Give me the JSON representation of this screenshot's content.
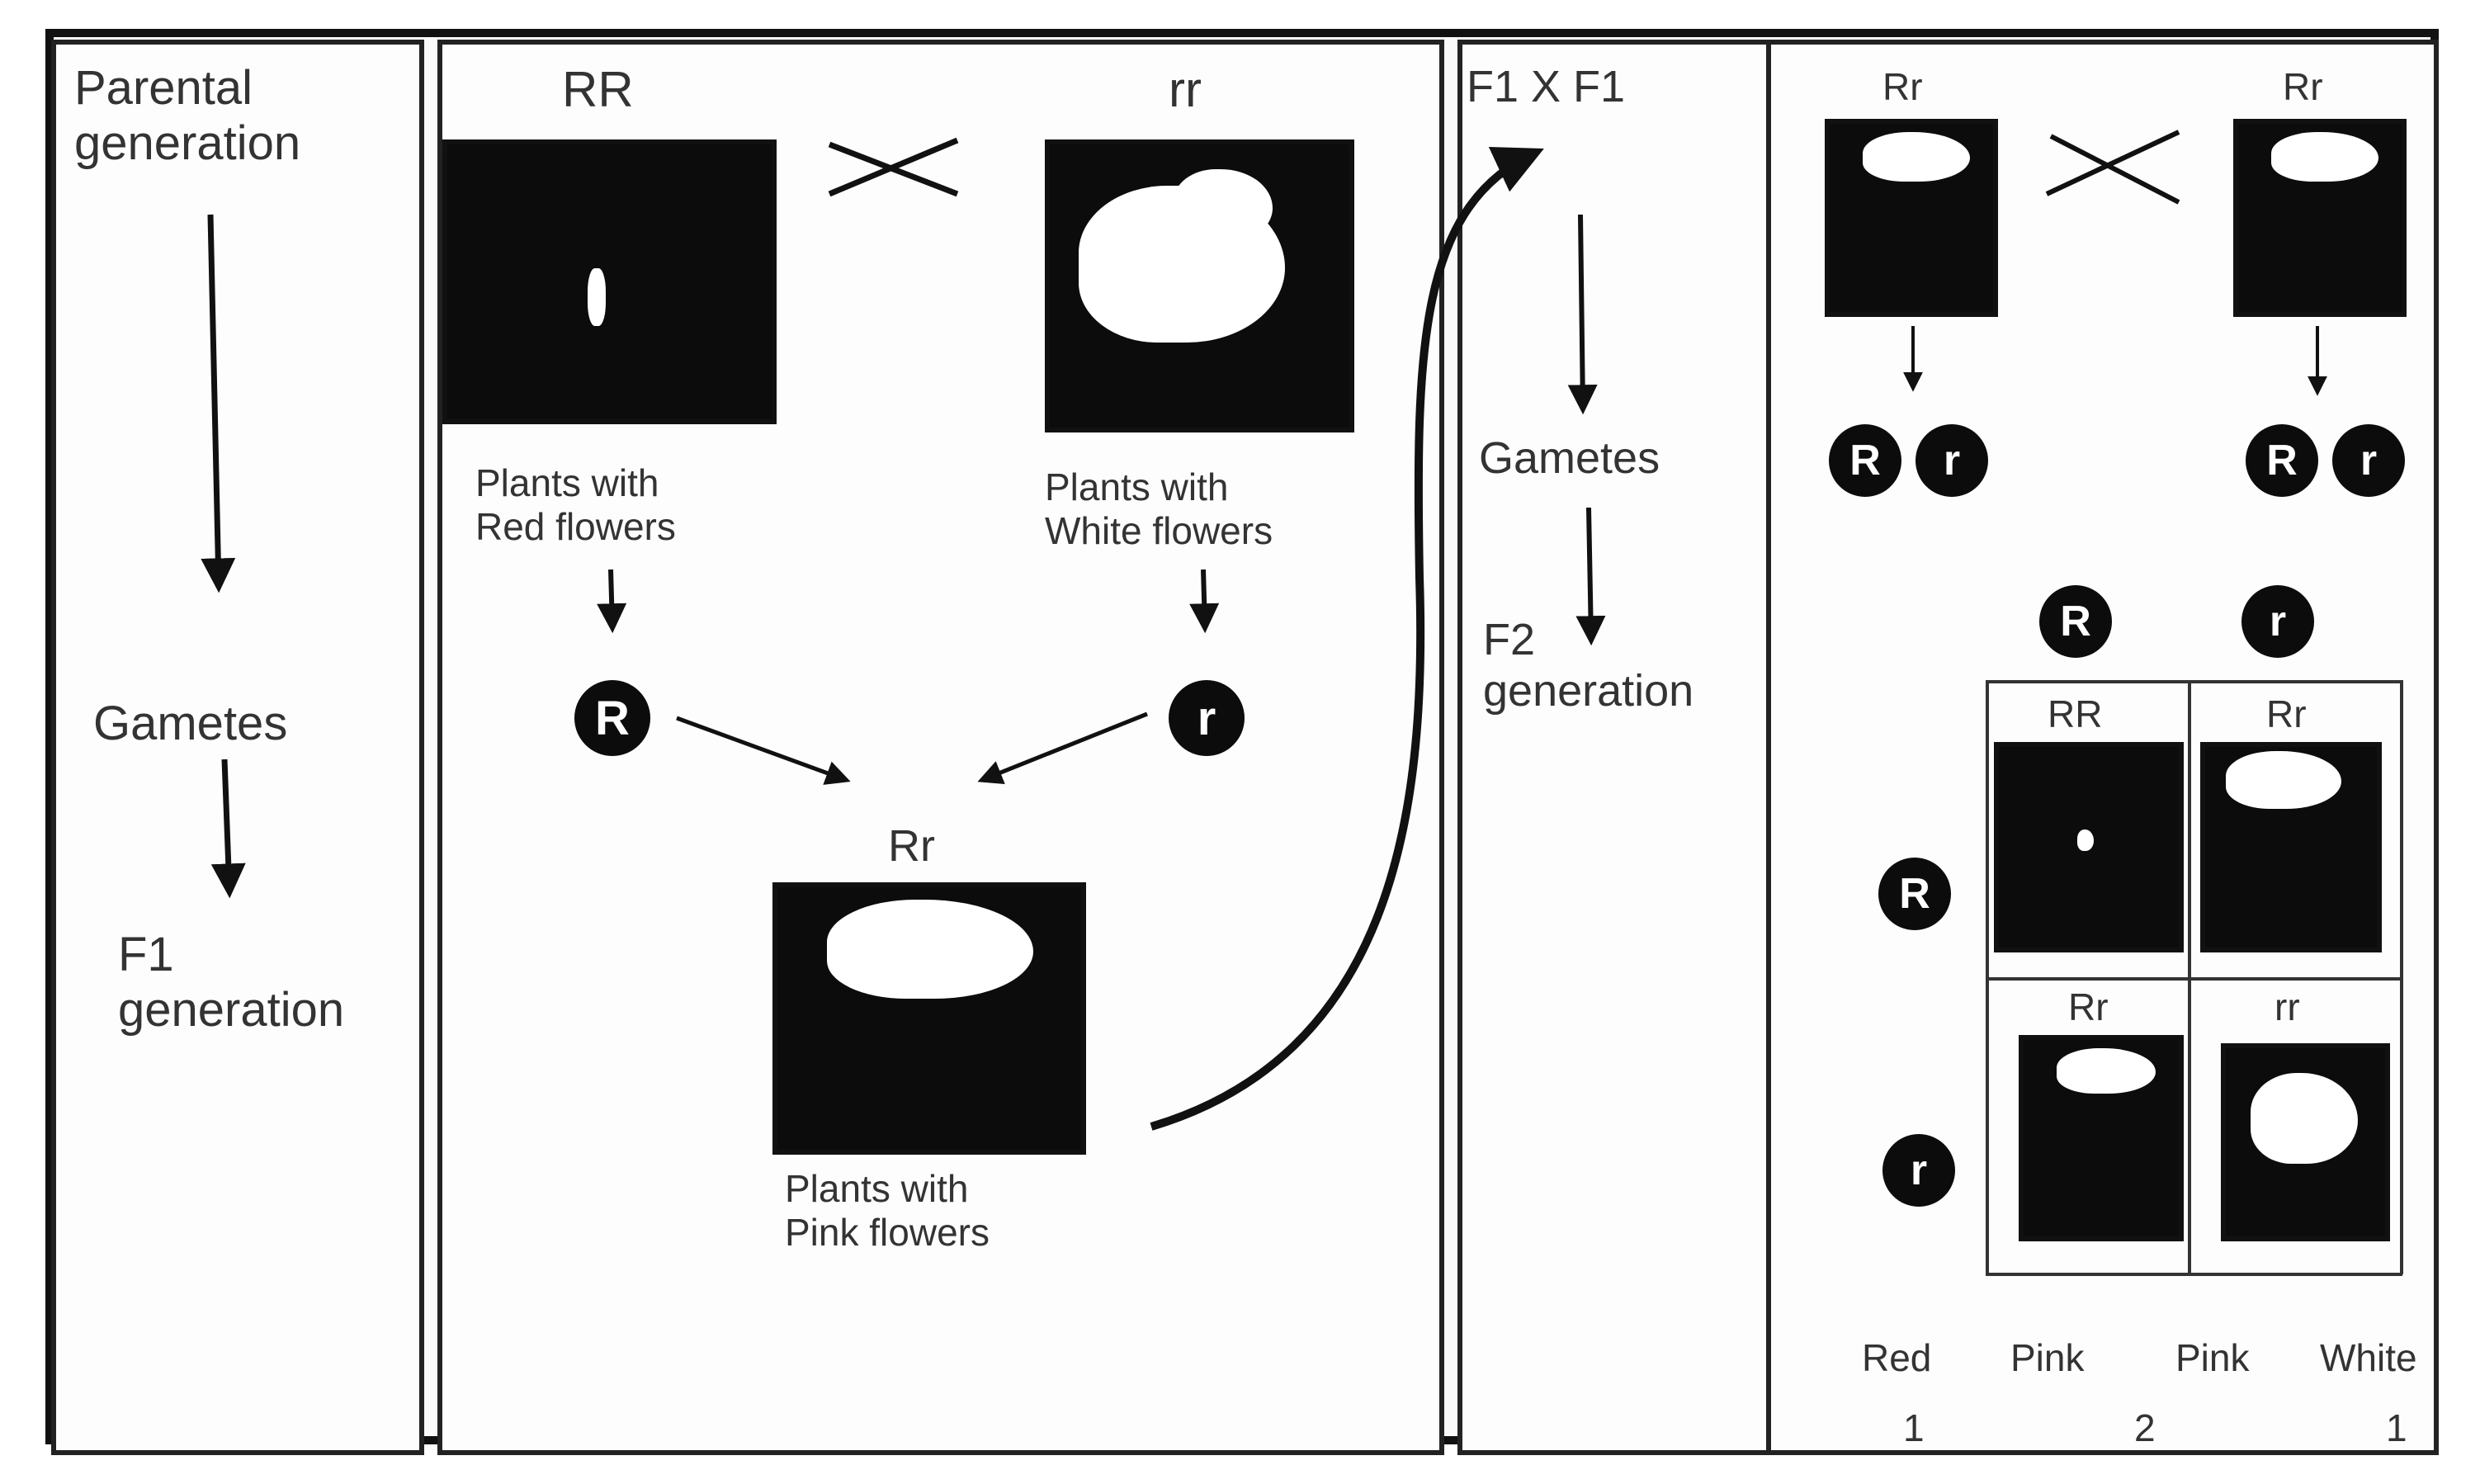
{
  "left_column": {
    "parental": "Parental\ngeneration",
    "gametes": "Gametes",
    "f1": "F1\ngeneration"
  },
  "cross1": {
    "red_genotype": "RR",
    "white_genotype": "rr",
    "red_caption": "Plants with\nRed flowers",
    "white_caption": "Plants with\nWhite flowers",
    "gamete_red": "R",
    "gamete_white": "r",
    "f1_genotype": "Rr",
    "f1_caption": "Plants with\nPink flowers"
  },
  "middle_column": {
    "cross": "F1 X F1",
    "gametes": "Gametes",
    "f2": "F2\ngeneration"
  },
  "cross2": {
    "left_genotype": "Rr",
    "right_genotype": "Rr",
    "left_gametes": [
      "R",
      "r"
    ],
    "right_gametes": [
      "R",
      "r"
    ],
    "col_headers": [
      "R",
      "r"
    ],
    "row_headers": [
      "R",
      "r"
    ],
    "cells": [
      [
        "RR",
        "Rr"
      ],
      [
        "Rr",
        "rr"
      ]
    ],
    "phenotypes": [
      "Red",
      "Pink",
      "Pink",
      "White"
    ],
    "ratio": [
      "1",
      "2",
      "1"
    ]
  },
  "colors": {
    "ink": "#111111",
    "background": "#ffffff"
  }
}
